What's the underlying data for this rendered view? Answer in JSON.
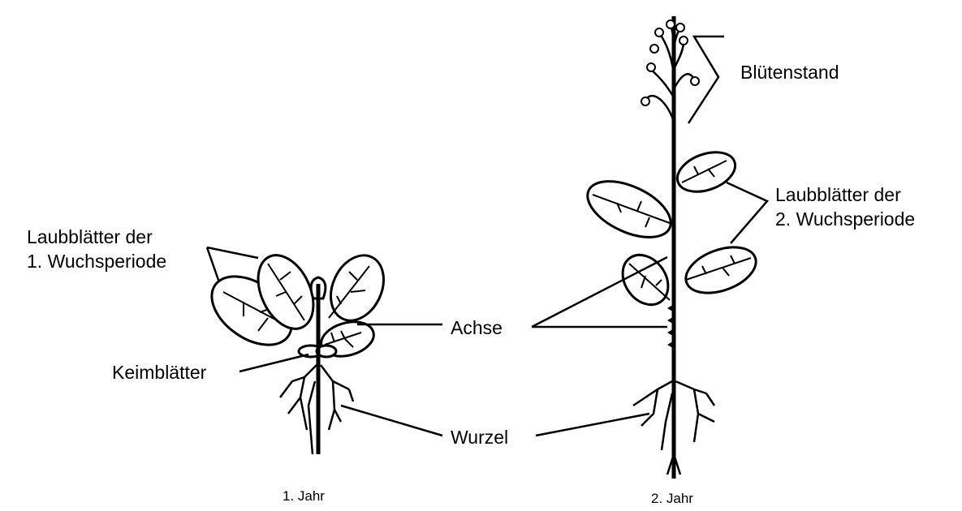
{
  "labels": {
    "bluetenstand": "Blütenstand",
    "laub2_line1": "Laubblätter der",
    "laub2_line2": "2. Wuchsperiode",
    "laub1_line1": "Laubblätter der",
    "laub1_line2": "1. Wuchsperiode",
    "achse": "Achse",
    "keimblaetter": "Keimblätter",
    "wurzel": "Wurzel",
    "year1": "1. Jahr",
    "year2": "2. Jahr"
  }
}
